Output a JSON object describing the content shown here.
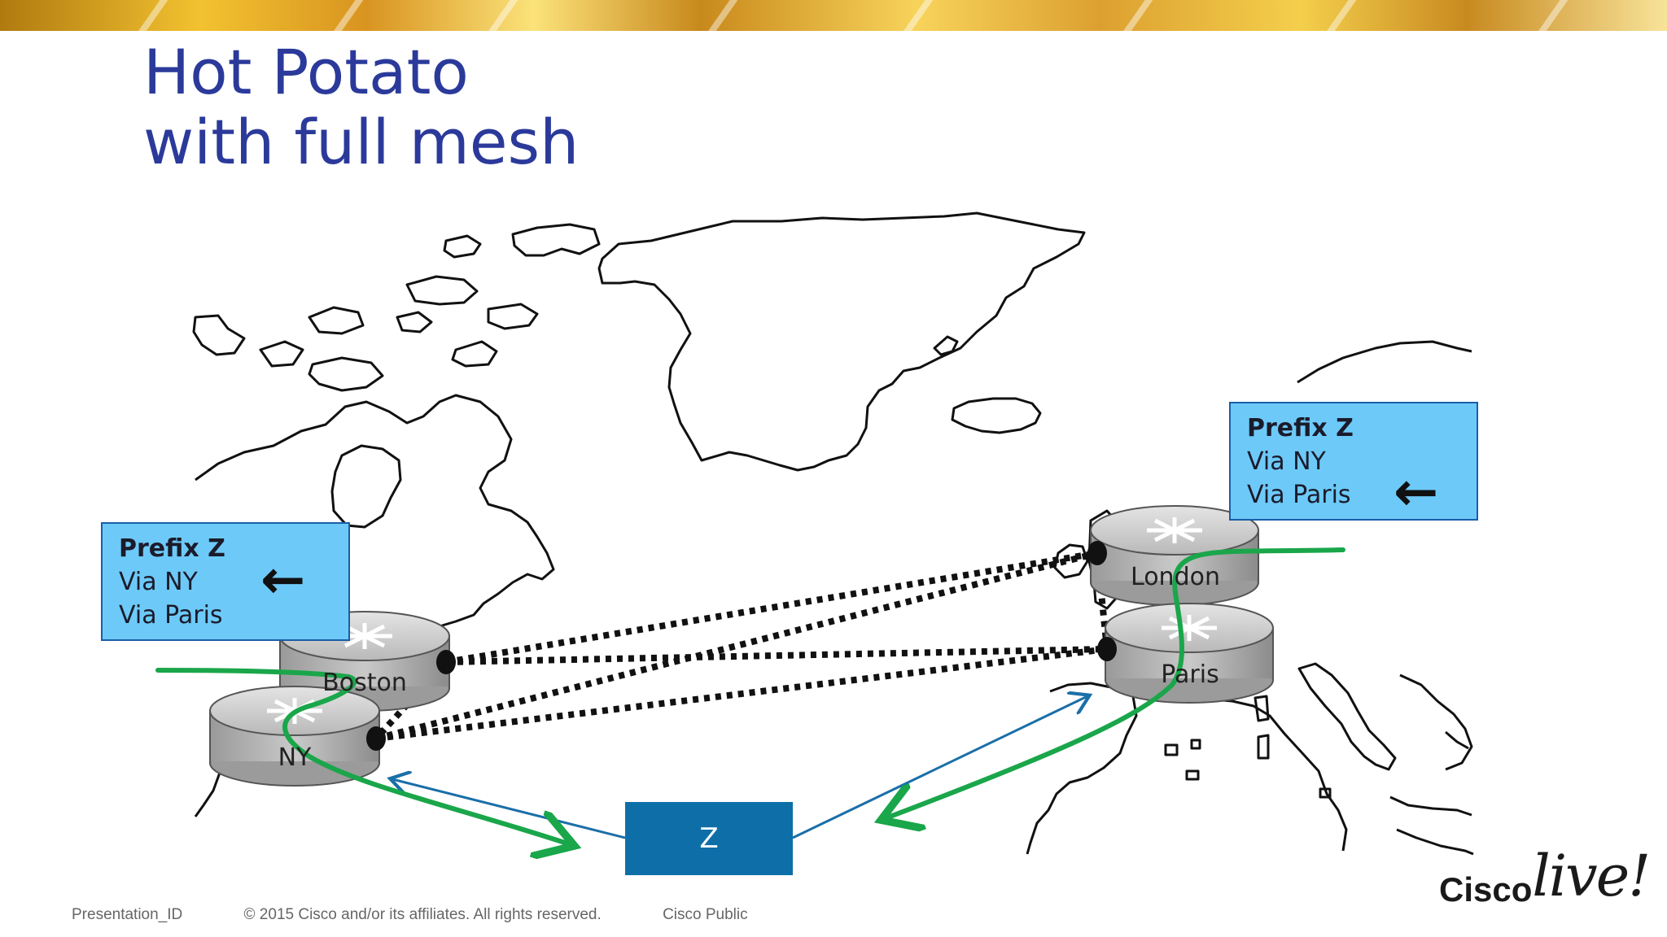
{
  "slide": {
    "title_line1": "Hot Potato",
    "title_line2": "with full mesh"
  },
  "prefix_box_left": {
    "heading": "Prefix Z",
    "line1": "Via NY",
    "line2": "Via Paris",
    "arrow": "←"
  },
  "prefix_box_right": {
    "heading": "Prefix Z",
    "line1": "Via NY",
    "line2": "Via Paris",
    "arrow": "←"
  },
  "routers": {
    "boston": "Boston",
    "ny": "NY",
    "london": "London",
    "paris": "Paris"
  },
  "destination": "Z",
  "footer": {
    "presentation_id": "Presentation_ID",
    "copyright": "© 2015 Cisco and/or its affiliates. All rights reserved.",
    "classification": "Cisco Public"
  },
  "logo": {
    "brand": "Cisco",
    "event": "live!"
  },
  "colors": {
    "title": "#2b3a9a",
    "prefix_box": "#6dcaf8",
    "hot_potato_path": "#1aa64a",
    "link_path": "#1a6fa8",
    "z_box": "#0e6fa8"
  },
  "icons": [
    "router-icon",
    "arrow-left-icon"
  ]
}
